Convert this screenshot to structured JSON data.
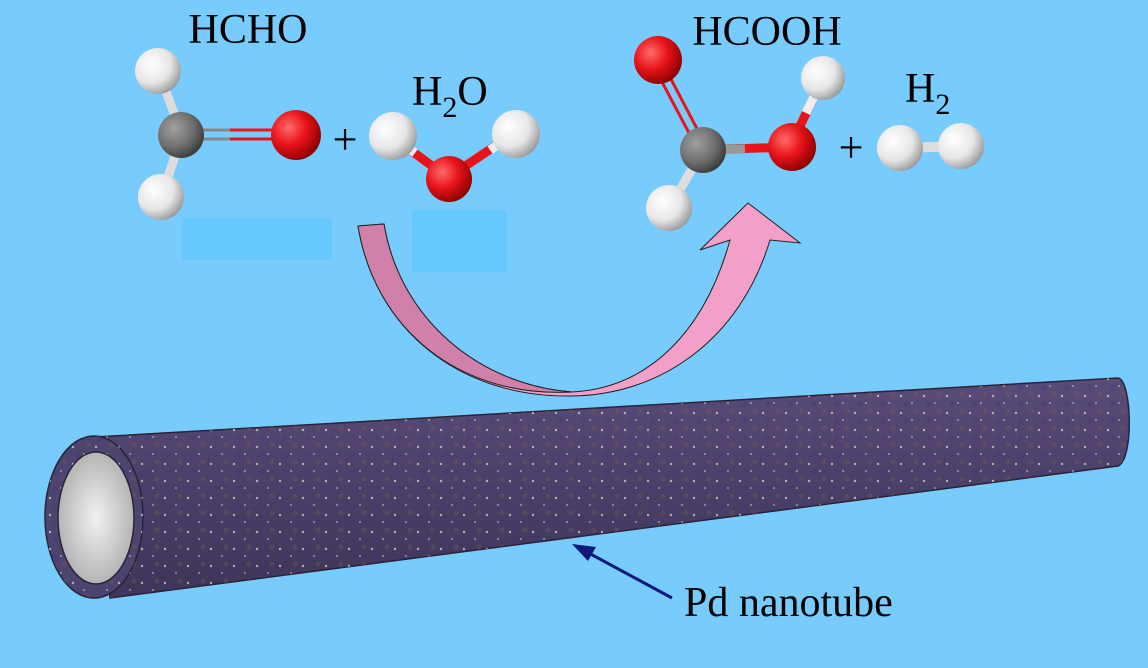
{
  "reactants": {
    "formaldehyde_label": "HCHO",
    "water_label_main": "H",
    "water_label_sub": "2",
    "water_label_end": "O",
    "plus": "+"
  },
  "products": {
    "formic_acid_label": "HCOOH",
    "hydrogen_label_main": "H",
    "hydrogen_label_sub": "2",
    "plus": "+"
  },
  "catalyst": {
    "label": "Pd nanotube"
  },
  "colors": {
    "background": "#77CBFD",
    "hydrogen_atom": "#FFFFFF",
    "carbon_atom": "#6E6E6E",
    "oxygen_atom": "#E8141A",
    "arrow": "#F3A0C8",
    "tube": "#4A3F68",
    "pointer": "#0A1A78"
  }
}
